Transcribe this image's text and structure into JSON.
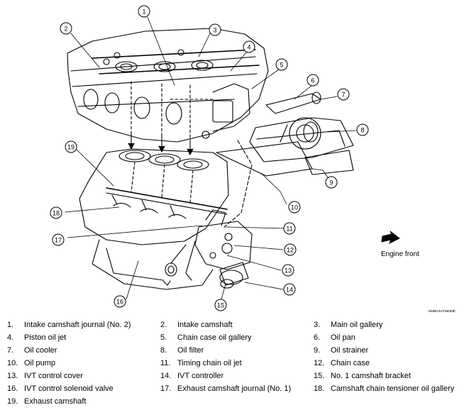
{
  "figure_id": "WBIA0366E",
  "direction_label": "Engine front",
  "callouts": [
    "1",
    "2",
    "3",
    "4",
    "5",
    "6",
    "7",
    "8",
    "9",
    "10",
    "11",
    "12",
    "13",
    "14",
    "15",
    "16",
    "17",
    "18",
    "19"
  ],
  "legend": [
    {
      "num": "1.",
      "label": "Intake camshaft journal (No. 2)"
    },
    {
      "num": "2.",
      "label": "Intake camshaft"
    },
    {
      "num": "3.",
      "label": "Main oil gallery"
    },
    {
      "num": "4.",
      "label": "Piston oil jet"
    },
    {
      "num": "5.",
      "label": "Chain case oil gallery"
    },
    {
      "num": "6.",
      "label": "Oil pan"
    },
    {
      "num": "7.",
      "label": "Oil cooler"
    },
    {
      "num": "8.",
      "label": "Oil filter"
    },
    {
      "num": "9.",
      "label": "Oil strainer"
    },
    {
      "num": "10.",
      "label": "Oil pump"
    },
    {
      "num": "11.",
      "label": "Timing chain oil jet"
    },
    {
      "num": "12.",
      "label": "Chain case"
    },
    {
      "num": "13.",
      "label": "IVT control cover"
    },
    {
      "num": "14.",
      "label": "IVT controller"
    },
    {
      "num": "15.",
      "label": "No. 1 camshaft bracket"
    },
    {
      "num": "16.",
      "label": "IVT control solenoid valve"
    },
    {
      "num": "17.",
      "label": "Exhaust camshaft journal (No. 1)"
    },
    {
      "num": "18.",
      "label": "Camshaft chain tensioner oil gallery"
    },
    {
      "num": "19.",
      "label": "Exhaust camshaft"
    }
  ]
}
